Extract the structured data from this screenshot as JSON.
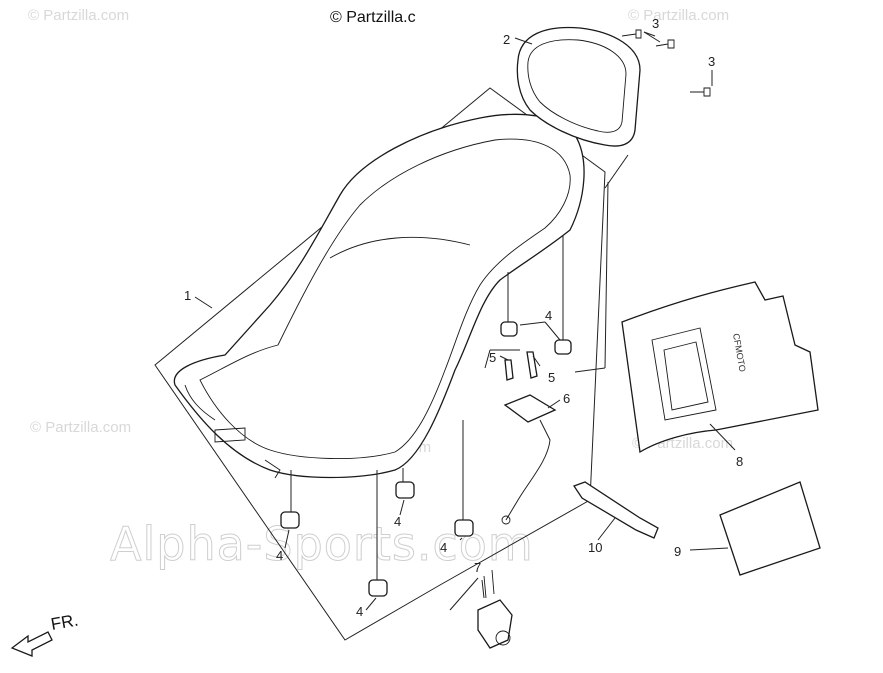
{
  "header": {
    "copyright": "© Partzilla.c"
  },
  "watermarks": {
    "partzilla": "© Partzilla.com",
    "alpha": "Alpha-Sports.com"
  },
  "direction": {
    "label": "FR."
  },
  "callouts": {
    "c1": "1",
    "c2": "2",
    "c3a": "3",
    "c3b": "3",
    "c4a": "4",
    "c4b": "4",
    "c4c": "4",
    "c4d": "4",
    "c4e": "4",
    "c5a": "5",
    "c5b": "5",
    "c6": "6",
    "c7": "7",
    "c8": "8",
    "c9": "9",
    "c10": "10"
  },
  "panel_logo": "CFMOTO"
}
